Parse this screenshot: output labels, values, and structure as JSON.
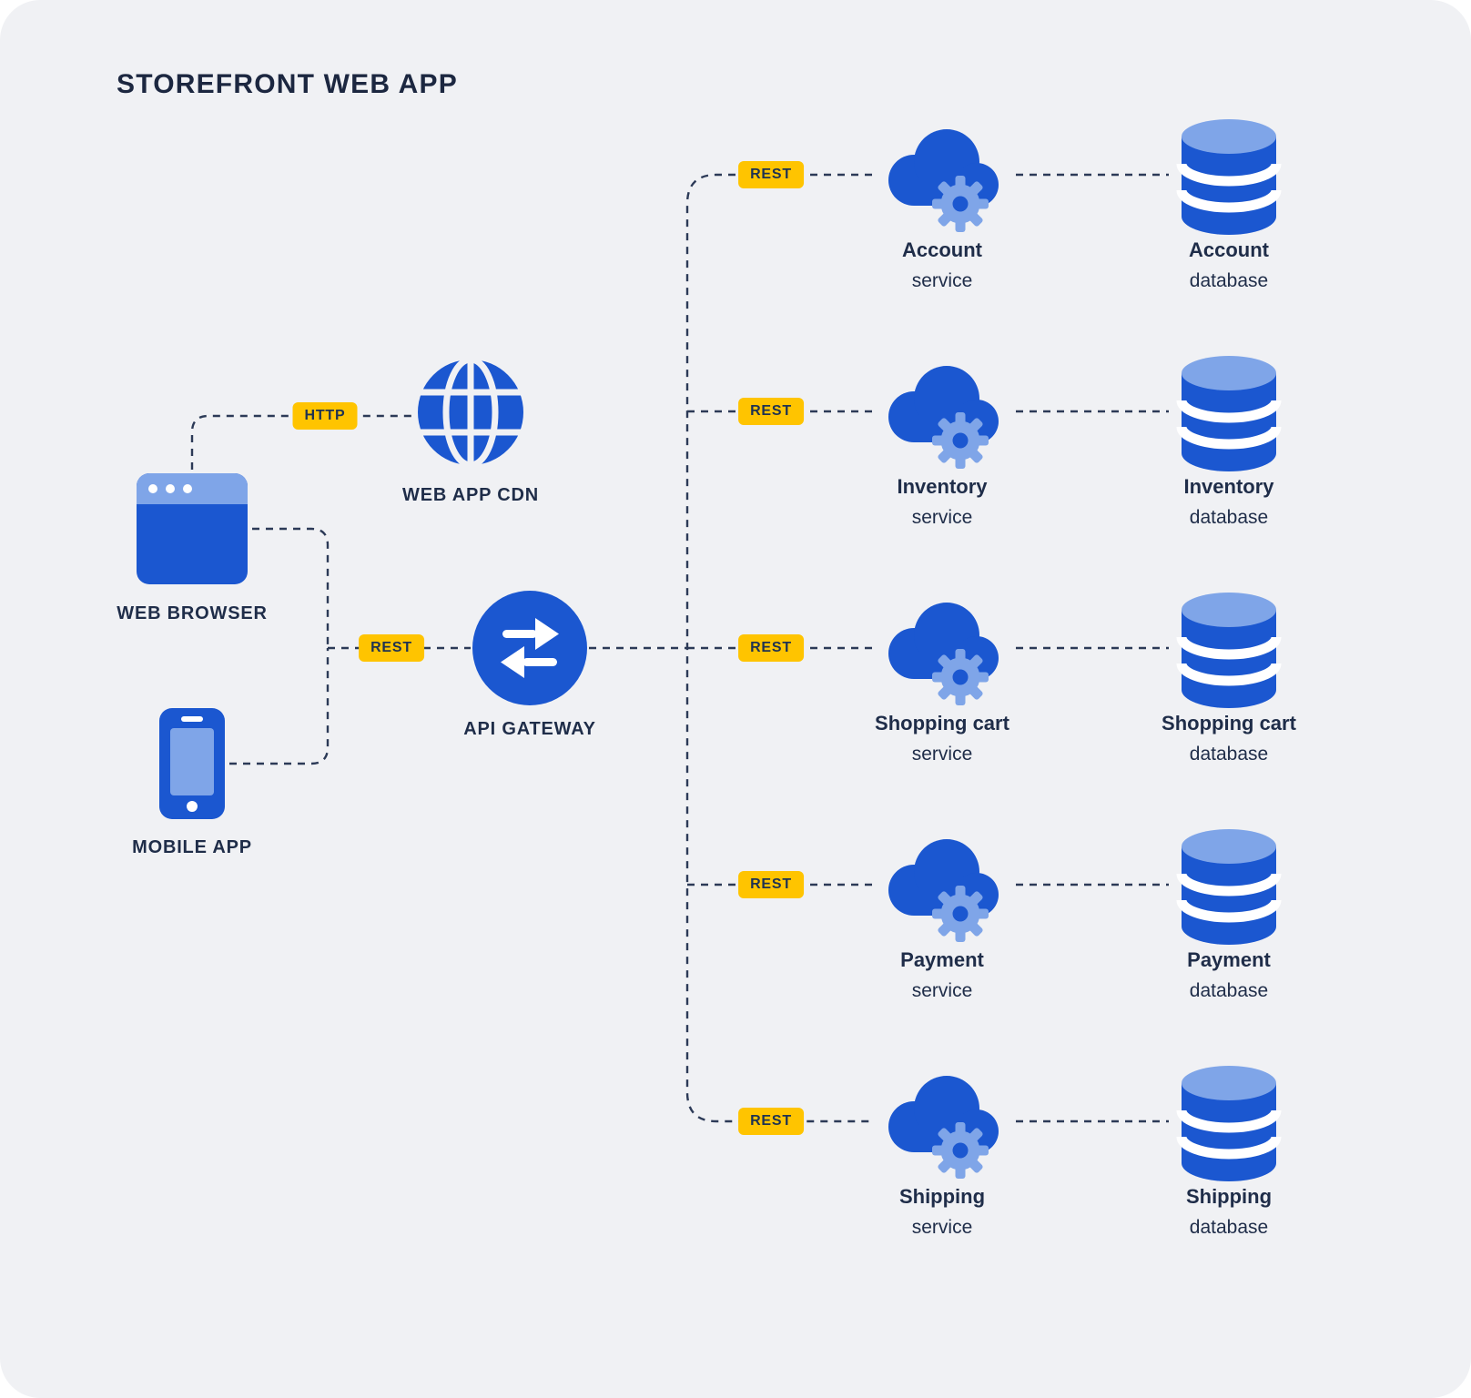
{
  "title": "STOREFRONT WEB APP",
  "colors": {
    "background": "#f0f1f4",
    "primary_blue": "#1b57d0",
    "light_blue": "#7fa5e8",
    "badge_yellow": "#ffc400",
    "badge_text": "#1e3252",
    "text": "#1f2d49",
    "connector_line": "#2c3a57"
  },
  "left": {
    "cdn": {
      "label": "WEB APP CDN",
      "icon": "globe-icon"
    },
    "browser": {
      "label": "WEB BROWSER",
      "icon": "browser-window-icon"
    },
    "mobile": {
      "label": "MOBILE APP",
      "icon": "smartphone-icon"
    },
    "gateway": {
      "label": "API GATEWAY",
      "icon": "transfer-arrows-icon"
    },
    "http_badge": "HTTP",
    "rest_badge": "REST"
  },
  "services": [
    {
      "badge": "REST",
      "service_title": "Account",
      "service_subtitle": "service",
      "db_title": "Account",
      "db_subtitle": "database"
    },
    {
      "badge": "REST",
      "service_title": "Inventory",
      "service_subtitle": "service",
      "db_title": "Inventory",
      "db_subtitle": "database"
    },
    {
      "badge": "REST",
      "service_title": "Shopping cart",
      "service_subtitle": "service",
      "db_title": "Shopping cart",
      "db_subtitle": "database"
    },
    {
      "badge": "REST",
      "service_title": "Payment",
      "service_subtitle": "service",
      "db_title": "Payment",
      "db_subtitle": "database"
    },
    {
      "badge": "REST",
      "service_title": "Shipping",
      "service_subtitle": "service",
      "db_title": "Shipping",
      "db_subtitle": "database"
    }
  ]
}
